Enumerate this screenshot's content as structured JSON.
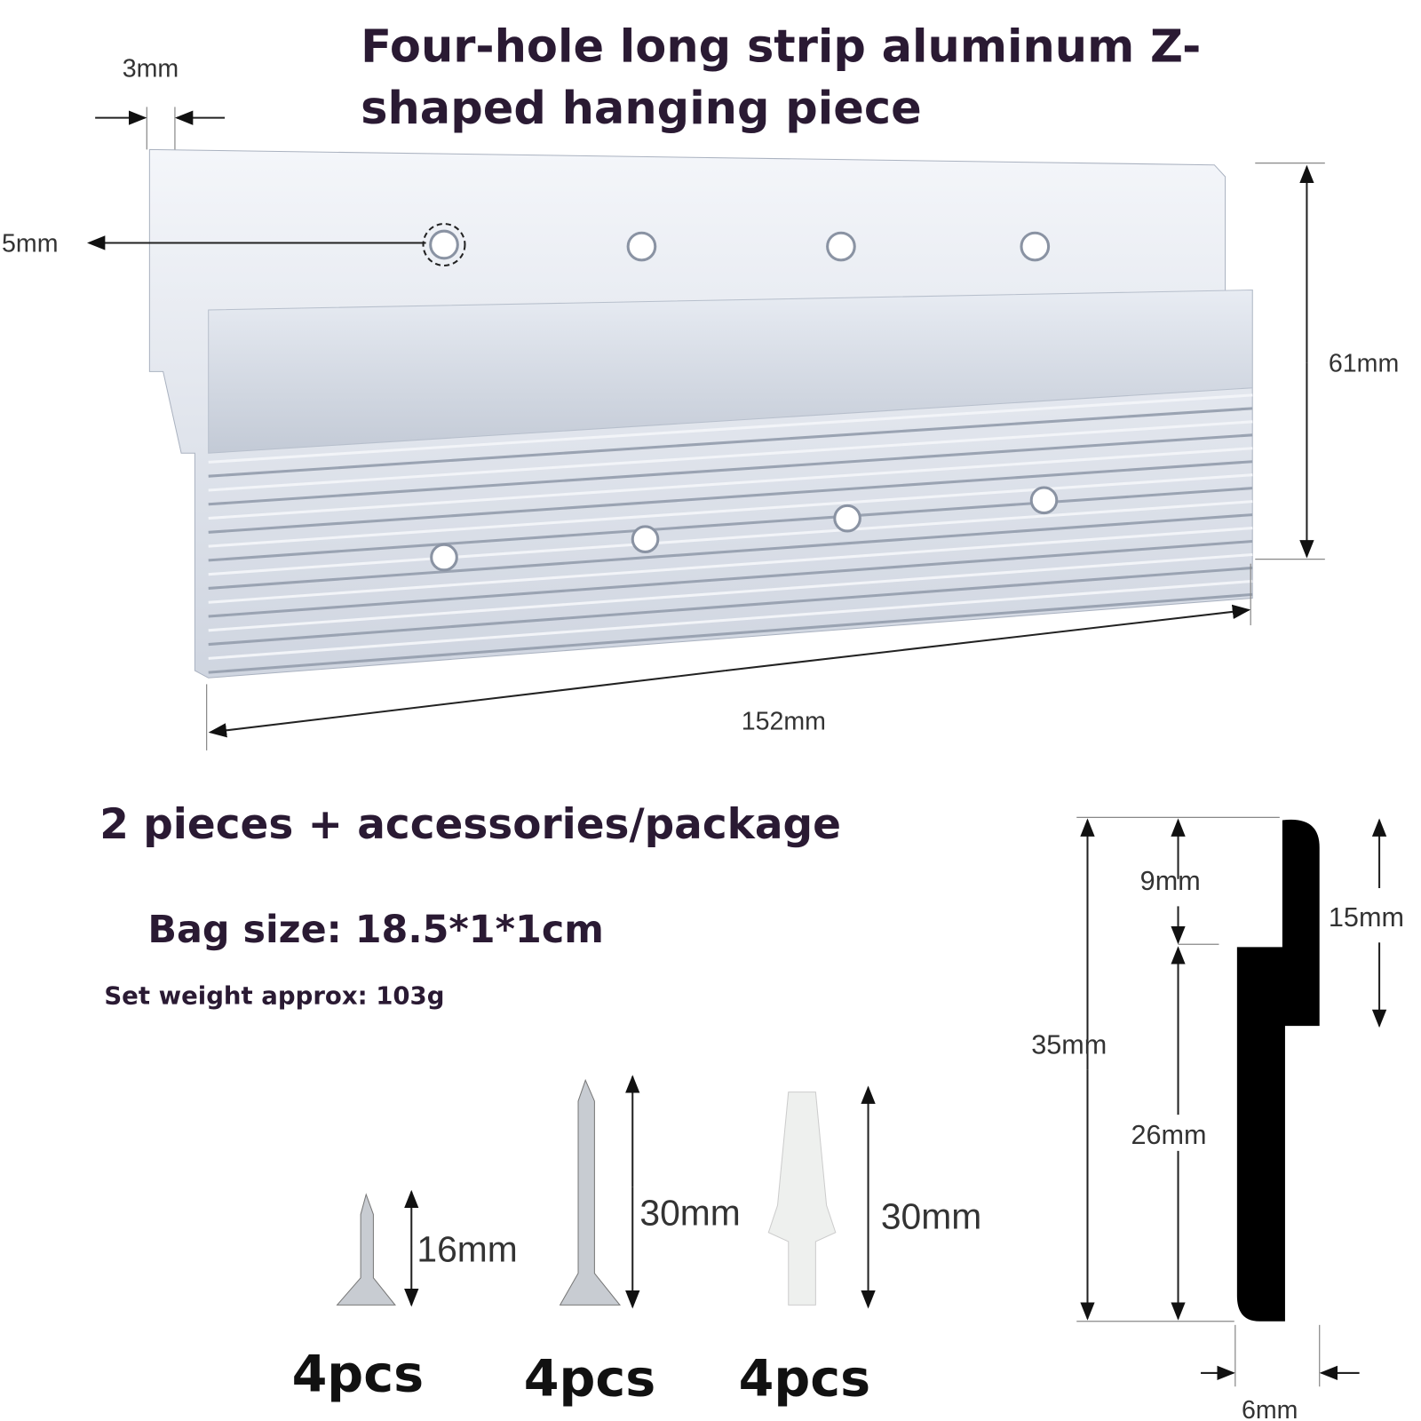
{
  "title": {
    "line1": "Four-hole long strip aluminum Z-",
    "line2": "shaped hanging piece"
  },
  "dimensions": {
    "thickness": "3mm",
    "hole": "5mm",
    "height": "61mm",
    "length": "152mm"
  },
  "package": {
    "heading": "2 pieces + accessories/package",
    "bag_size": "Bag size: 18.5*1*1cm",
    "weight": "Set weight approx: 103g"
  },
  "accessories": [
    {
      "size": "16mm",
      "qty": "4pcs"
    },
    {
      "size": "30mm",
      "qty": "4pcs"
    },
    {
      "size": "30mm",
      "qty": "4pcs"
    }
  ],
  "profile": {
    "total": "35mm",
    "top": "9mm",
    "lower": "26mm",
    "lip": "15mm",
    "depth": "6mm"
  }
}
